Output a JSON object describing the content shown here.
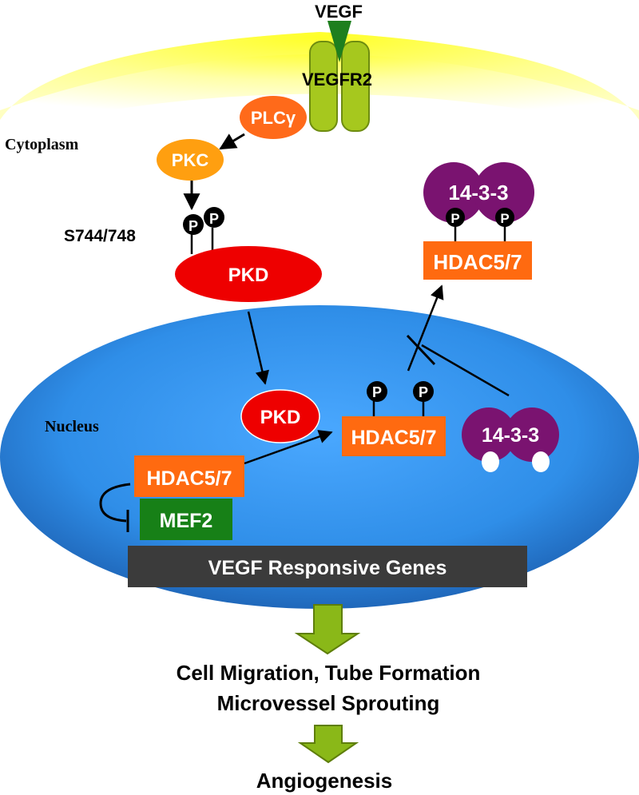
{
  "membrane": {
    "ligand": "VEGF",
    "receptor": "VEGFR2"
  },
  "compartments": {
    "cytoplasm": "Cytoplasm",
    "nucleus": "Nucleus"
  },
  "cytoplasm_nodes": {
    "plcg": "PLCγ",
    "pkc": "PKC",
    "phosphosite": "S744/748",
    "pkd": "PKD"
  },
  "phospho_label": "P",
  "exported_complex": {
    "adapter": "14-3-3",
    "hdac": "HDAC5/7"
  },
  "nucleus_nodes": {
    "pkd": "PKD",
    "hdac_phospho": "HDAC5/7",
    "adapter": "14-3-3",
    "hdac_repressor": "HDAC5/7",
    "mef2": "MEF2",
    "genes": "VEGF Responsive Genes"
  },
  "outcomes": {
    "line1": "Cell Migration, Tube Formation",
    "line2": "Microvessel Sprouting",
    "final": "Angiogenesis"
  },
  "colors": {
    "membrane_yellow": "#ffff00",
    "receptor_green": "#a6c81e",
    "plcg_orange": "#ff6a1a",
    "pkc_orange": "#ff9f10",
    "pkd_red": "#ee0000",
    "hdac_orange": "#ff6a10",
    "adapter_purple": "#7a1370",
    "mef2_green": "#178017",
    "nucleus_blue": "#2f8ee8",
    "genes_bar": "#3b3b3b",
    "flow_arrow": "#8ab818"
  }
}
